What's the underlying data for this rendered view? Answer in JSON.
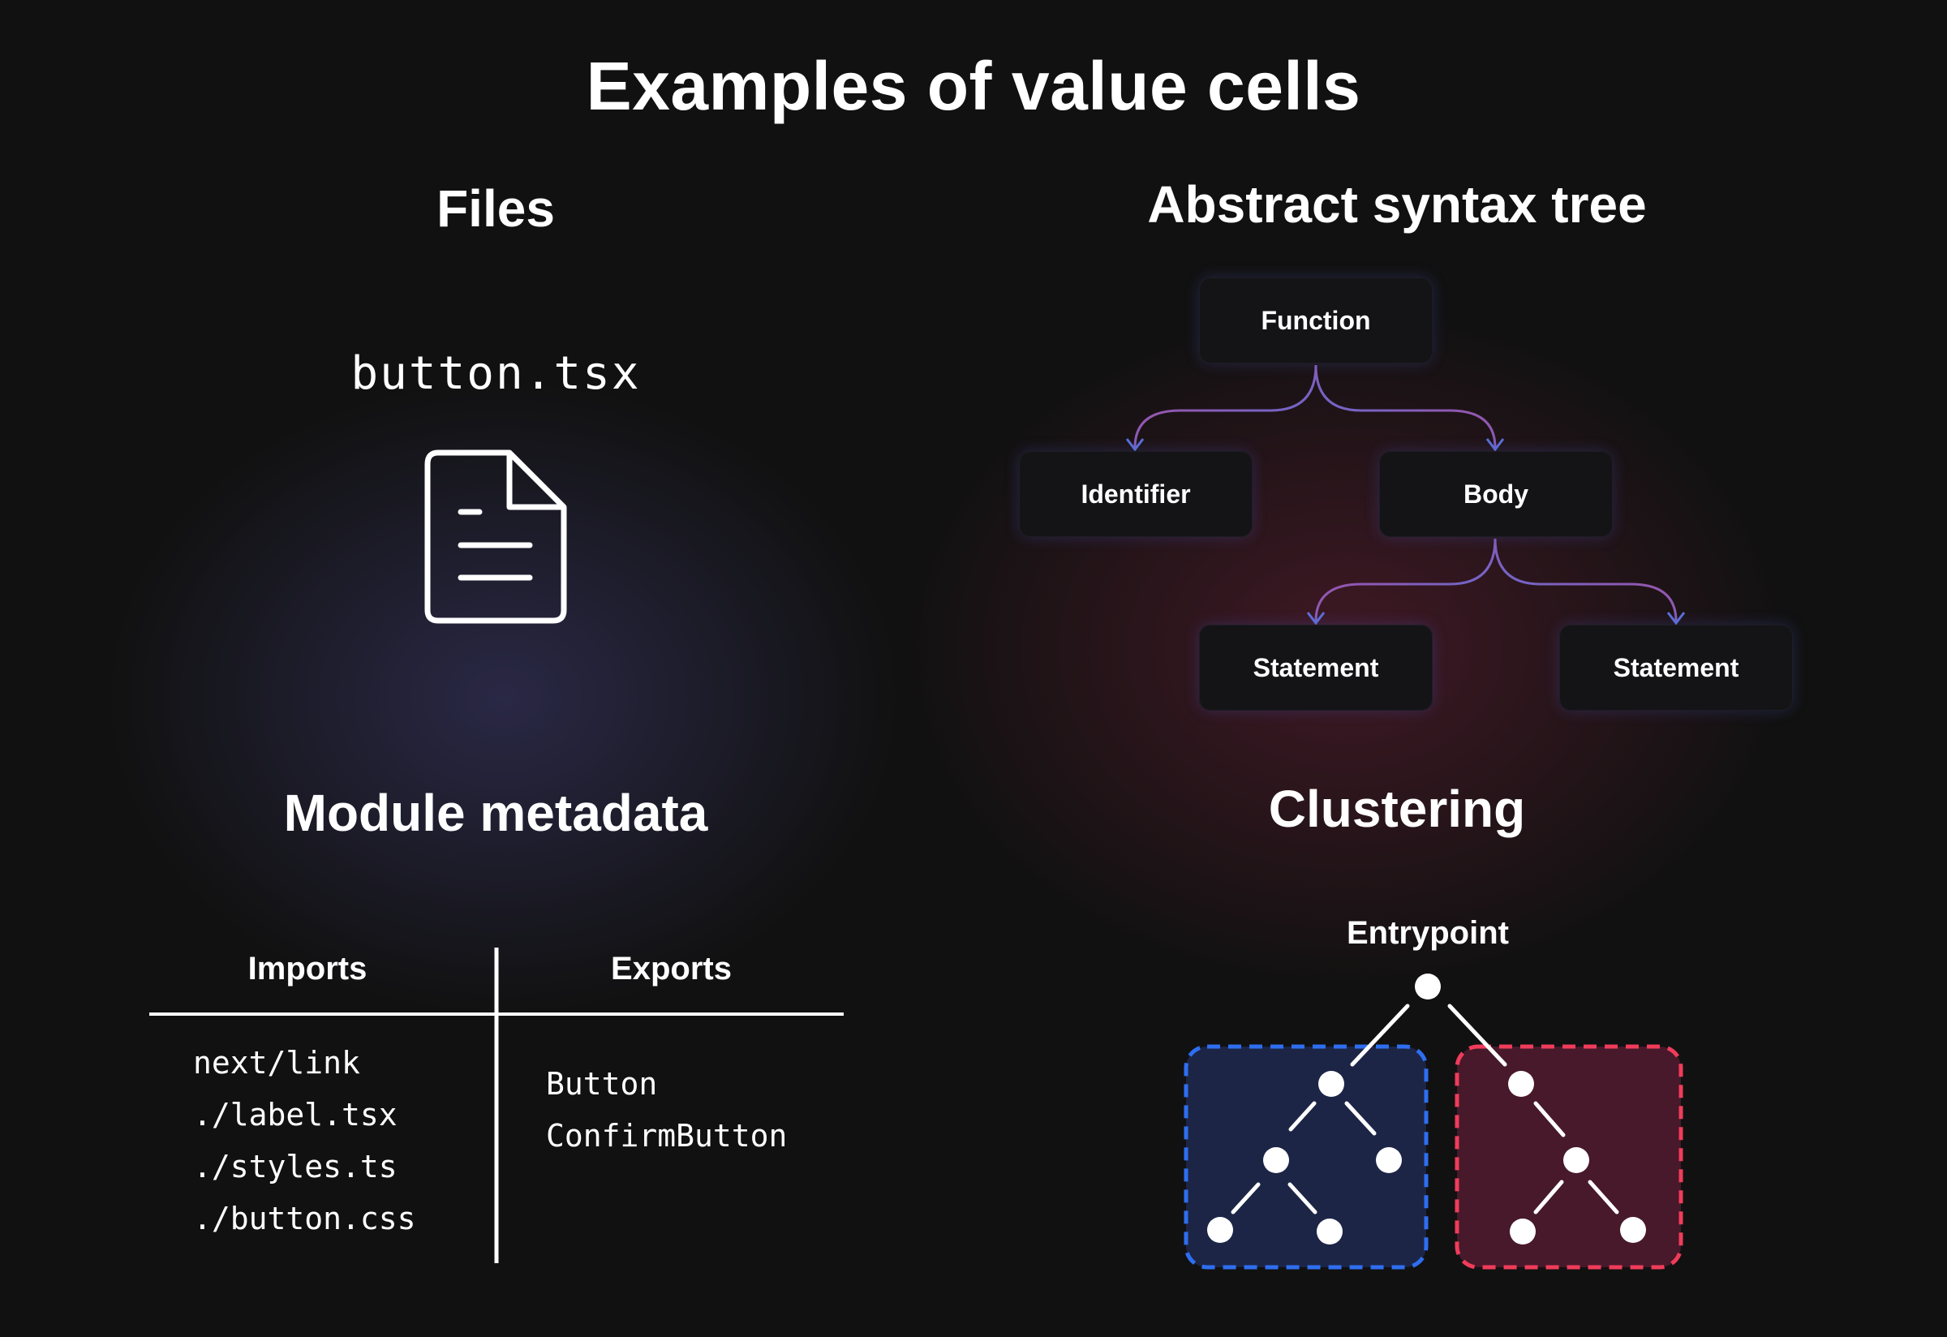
{
  "title": "Examples of value cells",
  "files": {
    "heading": "Files",
    "filename": "button.tsx",
    "icon": "document-icon"
  },
  "ast": {
    "heading": "Abstract syntax tree",
    "nodes": {
      "function": "Function",
      "identifier": "Identifier",
      "body": "Body",
      "statement_1": "Statement",
      "statement_2": "Statement"
    },
    "edge_colors": {
      "top": "#b04a9a",
      "bottom": "#5b6fd8"
    }
  },
  "module": {
    "heading": "Module metadata",
    "imports_header": "Imports",
    "exports_header": "Exports",
    "imports": [
      "next/link",
      "./label.tsx",
      "./styles.ts",
      "./button.css"
    ],
    "exports": [
      "Button",
      "ConfirmButton"
    ]
  },
  "clustering": {
    "heading": "Clustering",
    "entrypoint_label": "Entrypoint",
    "colors": {
      "left_cluster": "#2e6ef0",
      "right_cluster": "#f03c5a",
      "left_fill": "#1c2546",
      "right_fill": "#47192a"
    }
  }
}
